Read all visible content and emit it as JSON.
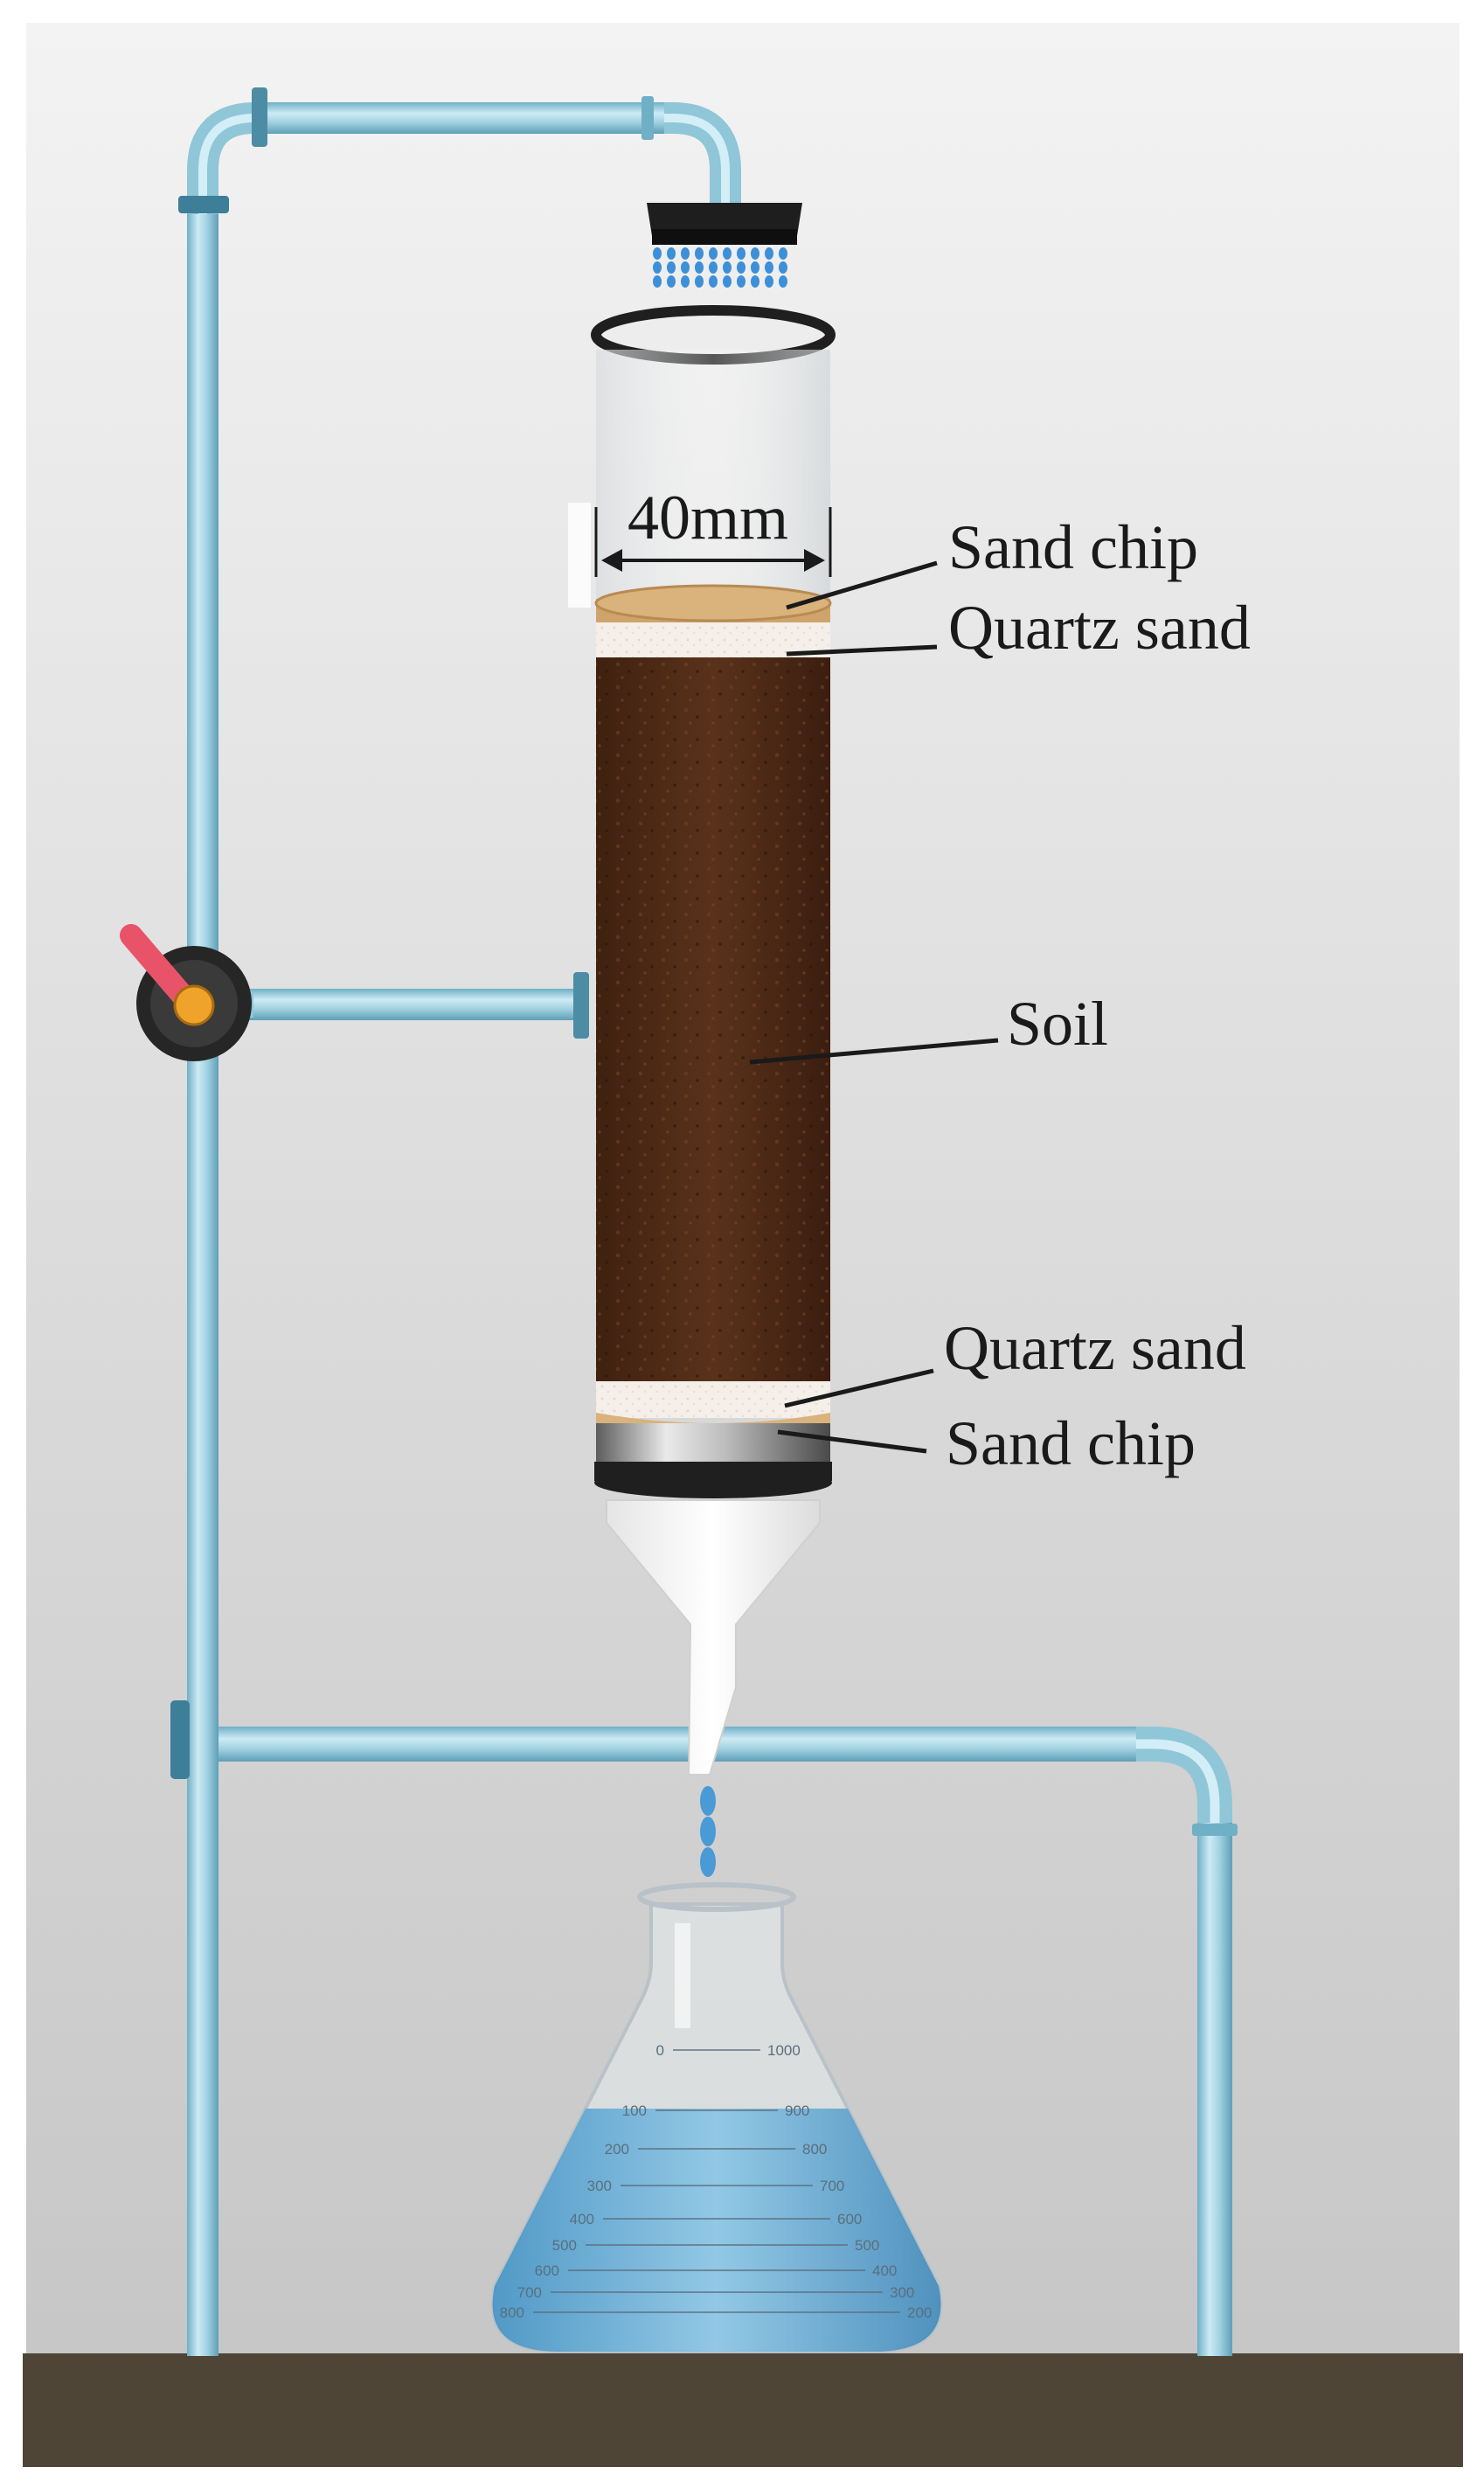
{
  "labels": {
    "diameter": "40mm",
    "sand_chip_top": "Sand chip",
    "quartz_sand_top": "Quartz sand",
    "soil": "Soil",
    "quartz_sand_bottom": "Quartz sand",
    "sand_chip_bottom": "Sand chip"
  },
  "flask_markings": {
    "left": [
      "0",
      "100",
      "200",
      "300",
      "400",
      "500",
      "600",
      "700",
      "800"
    ],
    "right": [
      "1000",
      "900",
      "800",
      "700",
      "600",
      "500",
      "400",
      "300",
      "200"
    ]
  },
  "colors": {
    "background_top": "#f2f2f2",
    "background_bottom": "#c9c9c9",
    "pipe": "#8fc6d8",
    "soil": "#4e2a16",
    "sand_chip": "#d9b27c",
    "quartz_sand": "#f4efe8",
    "water": "#5fa9d6",
    "base": "#4f4537",
    "valve_handle": "#e8536a",
    "valve_knob": "#f0a32a"
  }
}
